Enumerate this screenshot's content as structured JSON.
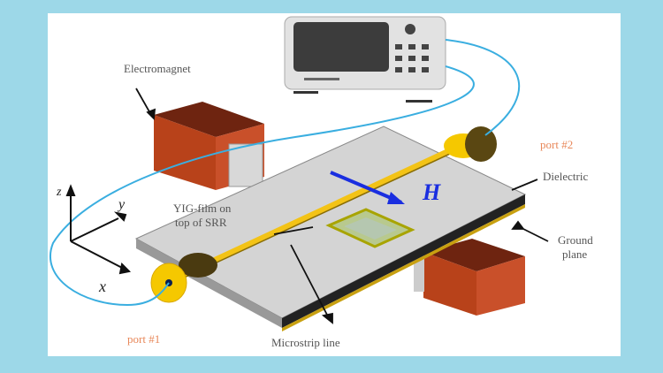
{
  "diagram": {
    "title": "",
    "background_color": "#9dd8e8",
    "panel_color": "#ffffff",
    "labels": {
      "electromagnet": "Electromagnet",
      "port2": "port #2",
      "dielectric": "Dielectric",
      "ground_plane_1": "Ground",
      "ground_plane_2": "plane",
      "yig_1": "YIG-film on",
      "yig_2": "top of SRR",
      "microstrip": "Microstrip line",
      "port1": "port #1",
      "field": "H",
      "axis_x": "x",
      "axis_y": "y",
      "axis_z": "z"
    },
    "colors": {
      "magnet": "#b8421a",
      "magnet_top": "#6e2410",
      "cable": "#3aaee0",
      "microstrip": "#f3c316",
      "field_arrow": "#1a2ee0",
      "port_label": "#e8885a",
      "substrate": "#d4d4d4"
    }
  }
}
